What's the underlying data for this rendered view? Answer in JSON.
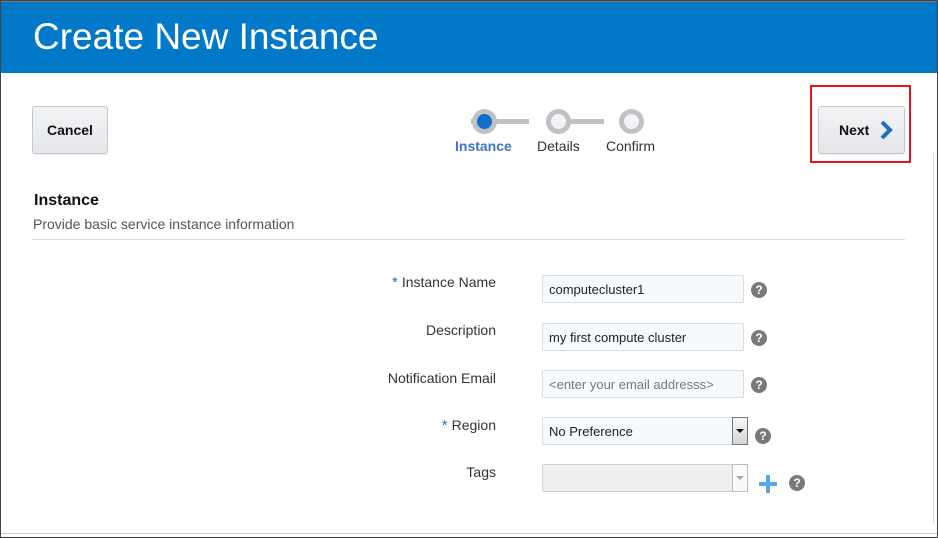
{
  "header": {
    "title": "Create New Instance"
  },
  "toolbar": {
    "cancel_label": "Cancel",
    "next_label": "Next"
  },
  "train": {
    "steps": [
      {
        "label": "Instance",
        "active": true
      },
      {
        "label": "Details",
        "active": false
      },
      {
        "label": "Confirm",
        "active": false
      }
    ]
  },
  "section": {
    "title": "Instance",
    "subtitle": "Provide basic service instance information"
  },
  "form": {
    "required_marker": "*",
    "instance_name": {
      "label": "Instance Name",
      "value": "computecluster1",
      "required": true
    },
    "description": {
      "label": "Description",
      "value": "my first compute cluster"
    },
    "notification_email": {
      "label": "Notification Email",
      "value": "",
      "placeholder": "<enter your email addresss>"
    },
    "region": {
      "label": "Region",
      "value": "No Preference",
      "required": true
    },
    "tags": {
      "label": "Tags",
      "value": ""
    },
    "help_glyph": "?"
  },
  "colors": {
    "header_bg": "#0278c8",
    "accent": "#0f6fcd",
    "highlight_border": "#e3141b"
  }
}
